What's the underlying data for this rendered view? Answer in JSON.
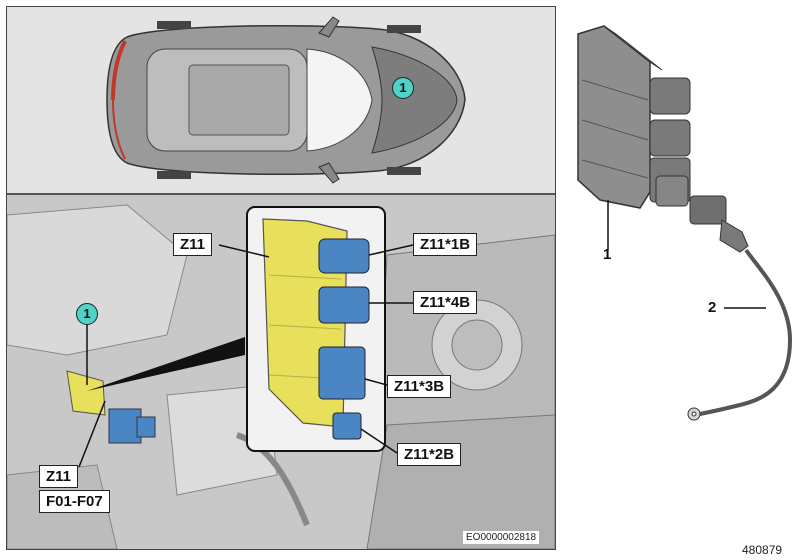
{
  "top_view": {
    "callout": "1"
  },
  "detail": {
    "callout": "1",
    "labels": {
      "z11_main": "Z11",
      "z11_1b": "Z11*1B",
      "z11_4b": "Z11*4B",
      "z11_3b": "Z11*3B",
      "z11_2b": "Z11*2B",
      "z11_bottom": "Z11",
      "fuses": "F01-F07"
    },
    "ref_code": "EO0000002818"
  },
  "parts": {
    "part1_number": "1",
    "part2_number": "2"
  },
  "diagram_number": "480879",
  "colors": {
    "module_yellow": "#e8e05a",
    "connector_blue": "#4a86c4",
    "callout_teal": "#4fd2c8"
  }
}
